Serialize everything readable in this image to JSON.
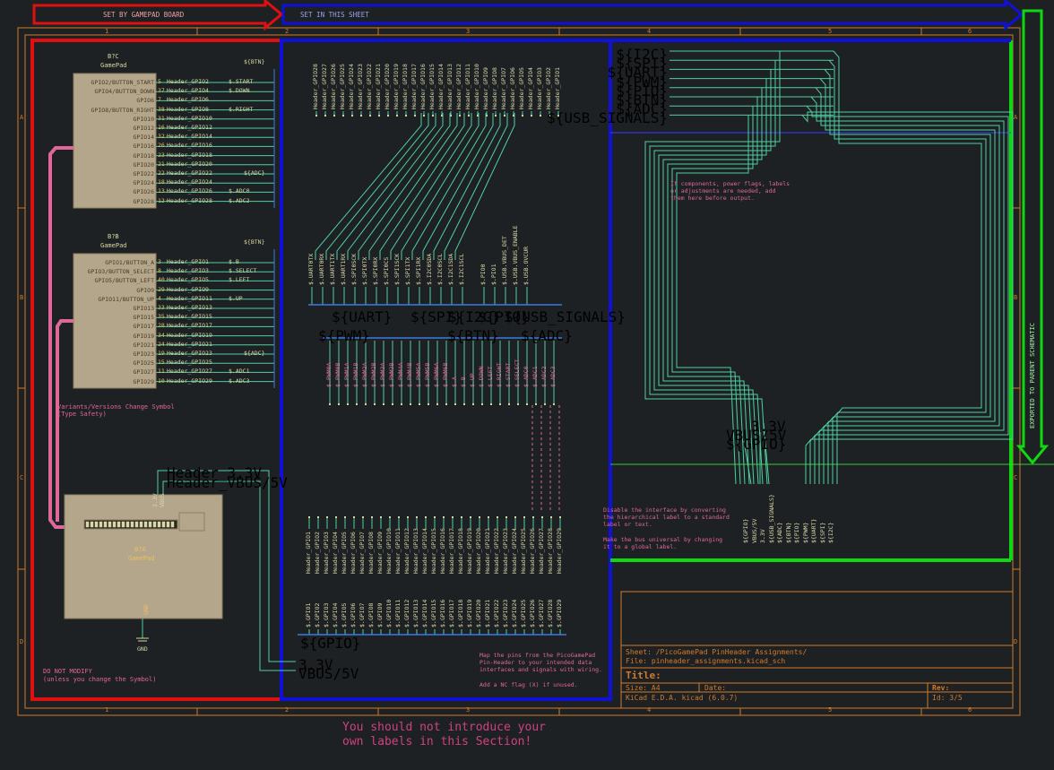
{
  "banners": {
    "gamepad_board": "SET BY GAMEPAD BOARD",
    "this_sheet": "SET IN THIS SHEET",
    "exported": "EXPORTED TO PARENT SCHEMATIC"
  },
  "frame": {
    "columns": [
      "1",
      "2",
      "3",
      "4",
      "5",
      "6"
    ],
    "rows": [
      "A",
      "B",
      "C",
      "D"
    ]
  },
  "symbol_a": {
    "ref": "B?C",
    "value": "GamePad",
    "pins": [
      {
        "num": "5",
        "name": "GPIO2/BUTTON_START",
        "net": "Header_GPIO2",
        "label": "$.START"
      },
      {
        "num": "37",
        "name": "GPIO4/BUTTON_DOWN",
        "net": "Header_GPIO4",
        "label": "$.DOWN"
      },
      {
        "num": "7",
        "name": "GPIO6",
        "net": "Header_GPIO6",
        "label": ""
      },
      {
        "num": "38",
        "name": "GPIO8/BUTTON_RIGHT",
        "net": "Header_GPIO8",
        "label": "$.RIGHT"
      },
      {
        "num": "31",
        "name": "GPIO10",
        "net": "Header_GPIO10",
        "label": ""
      },
      {
        "num": "16",
        "name": "GPIO12",
        "net": "Header_GPIO12",
        "label": ""
      },
      {
        "num": "32",
        "name": "GPIO14",
        "net": "Header_GPIO14",
        "label": ""
      },
      {
        "num": "26",
        "name": "GPIO16",
        "net": "Header_GPIO16",
        "label": ""
      },
      {
        "num": "23",
        "name": "GPIO18",
        "net": "Header_GPIO18",
        "label": ""
      },
      {
        "num": "21",
        "name": "GPIO20",
        "net": "Header_GPIO20",
        "label": ""
      },
      {
        "num": "22",
        "name": "GPIO22",
        "net": "Header_GPIO22",
        "label": ""
      },
      {
        "num": "18",
        "name": "GPIO24",
        "net": "Header_GPIO24",
        "label": ""
      },
      {
        "num": "13",
        "name": "GPIO26",
        "net": "Header_GPIO26",
        "label": "$.ADC0"
      },
      {
        "num": "12",
        "name": "GPIO28",
        "net": "Header_GPIO28",
        "label": "$.ADC2"
      }
    ],
    "bus_btn": "${BTN}",
    "bus_adc": "${ADC}"
  },
  "symbol_b": {
    "ref": "B?B",
    "value": "GamePad",
    "pins": [
      {
        "num": "3",
        "name": "GPIO1/BUTTON_A",
        "net": "Header_GPIO1",
        "label": "$.B"
      },
      {
        "num": "8",
        "name": "GPIO3/BUTTON_SELECT",
        "net": "Header_GPIO3",
        "label": "$.SELECT"
      },
      {
        "num": "40",
        "name": "GPIO5/BUTTON_LEFT",
        "net": "Header_GPIO5",
        "label": "$.LEFT"
      },
      {
        "num": "29",
        "name": "GPIO9",
        "net": "Header_GPIO9",
        "label": ""
      },
      {
        "num": "4",
        "name": "GPIO11/BUTTON_UP",
        "net": "Header_GPIO11",
        "label": "$.UP"
      },
      {
        "num": "33",
        "name": "GPIO13",
        "net": "Header_GPIO13",
        "label": ""
      },
      {
        "num": "35",
        "name": "GPIO15",
        "net": "Header_GPIO15",
        "label": ""
      },
      {
        "num": "28",
        "name": "GPIO17",
        "net": "Header_GPIO17",
        "label": ""
      },
      {
        "num": "34",
        "name": "GPIO19",
        "net": "Header_GPIO19",
        "label": ""
      },
      {
        "num": "24",
        "name": "GPIO21",
        "net": "Header_GPIO21",
        "label": ""
      },
      {
        "num": "19",
        "name": "GPIO23",
        "net": "Header_GPIO23",
        "label": ""
      },
      {
        "num": "15",
        "name": "GPIO25",
        "net": "Header_GPIO25",
        "label": ""
      },
      {
        "num": "11",
        "name": "GPIO27",
        "net": "Header_GPIO27",
        "label": "$.ADC1"
      },
      {
        "num": "10",
        "name": "GPIO29",
        "net": "Header_GPIO29",
        "label": "$.ADC3"
      }
    ],
    "bus_btn": "${BTN}",
    "bus_adc": "${ADC}"
  },
  "symbol_main": {
    "ref": "B?A",
    "value": "GamePad",
    "pin_3v3": "3.3V",
    "pin_vbus": "VBUS",
    "net_3v3": "Header_3.3V",
    "net_vbus": "Header_VBUS/5V",
    "gnd": "GND"
  },
  "notes": {
    "variants": "Variants/Versions Change Symbol\n(Type Safety)",
    "do_not_modify": "DO NOT MODIFY\n(unless you change the Symbol)",
    "components": "If components, power flags, labels\nor adjustments are needed, add\nthem here before output.",
    "disable": "Disable the interface by converting\nthe hierarchical label to a standard\nlabel or text.",
    "universal": "Make the bus universal by changing\nit to a global label.",
    "map_pins": "Map the pins from the PicoGamePad\nPin-Header to your intended data\ninterfaces and signals with wiring.",
    "nc_flag": "Add a NC flag (X) if unused.",
    "footer": "You should not introduce your\nown labels in this Section!"
  },
  "header_top_labels": [
    "Header_GPIO28",
    "Header_GPIO27",
    "Header_GPIO26",
    "Header_GPIO25",
    "Header_GPIO24",
    "Header_GPIO23",
    "Header_GPIO22",
    "Header_GPIO21",
    "Header_GPIO20",
    "Header_GPIO19",
    "Header_GPIO18",
    "Header_GPIO17",
    "Header_GPIO16",
    "Header_GPIO15",
    "Header_GPIO14",
    "Header_GPIO13",
    "Header_GPIO12",
    "Header_GPIO11",
    "Header_GPIO10",
    "Header_GPIO9",
    "Header_GPIO8",
    "Header_GPIO7",
    "Header_GPIO6",
    "Header_GPIO5",
    "Header_GPIO4",
    "Header_GPIO3",
    "Header_GPIO2",
    "Header_GPIO1"
  ],
  "interface_labels": [
    "$.UART0TX",
    "$.UART0RX",
    "$.UART1TX",
    "$.UART1RX",
    "$.SPI0SCK",
    "$.SPI0TX",
    "$.SPI0RX",
    "$.SPI0CS",
    "$.SPI1SCK",
    "$.SPI1TX",
    "$.SPI1RX",
    "$.I2C0SDA",
    "$.I2C0SCL",
    "$.I2C1SDA",
    "$.I2C1SCL",
    "$.PIO0",
    "$.PIO1",
    "$.USB.VBUS_DET",
    "$.USB.VBUS_ENABLE",
    "$.USB.OVCUR"
  ],
  "interface_buses": [
    "${UART}",
    "${SPI}",
    "${I2C}",
    "${PIO}",
    "${USB_SIGNALS}"
  ],
  "pwm_labels": [
    "$.PWM0A",
    "$.PWM0B",
    "$.PWM1A",
    "$.PWM1B",
    "$.PWM2A",
    "$.PWM2B",
    "$.PWM3A",
    "$.PWM3B",
    "$.PWM4A",
    "$.PWM4B",
    "$.PWM5A",
    "$.PWM5B",
    "$.PWM6A",
    "$.PWM6B",
    "$.A",
    "$.B",
    "$.UP",
    "$.DOWN",
    "$.LEFT",
    "$.RIGHT",
    "$.START",
    "$.SELECT",
    "$.ADC0",
    "$.ADC1",
    "$.ADC2",
    "$.ADC3"
  ],
  "pwm_buses": [
    "${PWM}",
    "${BTN}",
    "${ADC}"
  ],
  "header_bottom_labels": [
    "Header_GPIO1",
    "Header_GPIO2",
    "Header_GPIO3",
    "Header_GPIO4",
    "Header_GPIO5",
    "Header_GPIO6",
    "Header_GPIO7",
    "Header_GPIO8",
    "Header_GPIO9",
    "Header_GPIO10",
    "Header_GPIO11",
    "Header_GPIO12",
    "Header_GPIO13",
    "Header_GPIO14",
    "Header_GPIO15",
    "Header_GPIO16",
    "Header_GPIO17",
    "Header_GPIO18",
    "Header_GPIO19",
    "Header_GPIO20",
    "Header_GPIO21",
    "Header_GPIO22",
    "Header_GPIO23",
    "Header_GPIO24",
    "Header_GPIO25",
    "Header_GPIO26",
    "Header_GPIO27",
    "Header_GPIO28",
    "Header_GPIO29"
  ],
  "gpio_labels": [
    "$.GPIO1",
    "$.GPIO2",
    "$.GPIO3",
    "$.GPIO4",
    "$.GPIO5",
    "$.GPIO6",
    "$.GPIO7",
    "$.GPIO8",
    "$.GPIO9",
    "$.GPIO10",
    "$.GPIO11",
    "$.GPIO12",
    "$.GPIO13",
    "$.GPIO14",
    "$.GPIO15",
    "$.GPIO16",
    "$.GPIO17",
    "$.GPIO18",
    "$.GPIO19",
    "$.GPIO20",
    "$.GPIO21",
    "$.GPIO22",
    "$.GPIO23",
    "$.GPIO24",
    "$.GPIO25",
    "$.GPIO26",
    "$.GPIO27",
    "$.GPIO28",
    "$.GPIO29"
  ],
  "gpio_bus": "${GPIO}",
  "power_labels": {
    "v33": "3.3V",
    "vbus": "VBUS/5V"
  },
  "right_hier_top": [
    "${I2C}",
    "${SPI}",
    "${UART}",
    "${PWM}",
    "${PIO}",
    "${BTN}",
    "${ADC}",
    "${USB_SIGNALS}"
  ],
  "right_hier_bottom": [
    "${GPIO}",
    "VBUS/5V",
    "3.3V",
    "${USB_SIGNALS}",
    "${ADC}",
    "${BTN}",
    "${PIO}",
    "${PWM}",
    "${UART}",
    "${SPI}",
    "${I2C}"
  ],
  "right_power": {
    "v33": "3.3V",
    "vbus": "VBUS/5V",
    "gpio": "${GPIO}"
  },
  "title_block": {
    "sheet": "Sheet: /PicoGamePad PinHeader Assignments/",
    "file": "File: pinheader_assignments.kicad_sch",
    "title": "Title:",
    "size": "Size: A4",
    "date": "Date:",
    "rev": "Rev:",
    "tool": "KiCad E.D.A.  kicad (6.0.7)",
    "id": "Id: 3/5"
  },
  "colors": {
    "red": "#e01010",
    "blue": "#1010d8",
    "green": "#10d810",
    "wire": "#2fcf8f",
    "text": "#d6d6a0",
    "pink": "#e0679a",
    "orange": "#d27a2a",
    "symbol": "#b4a68a"
  }
}
